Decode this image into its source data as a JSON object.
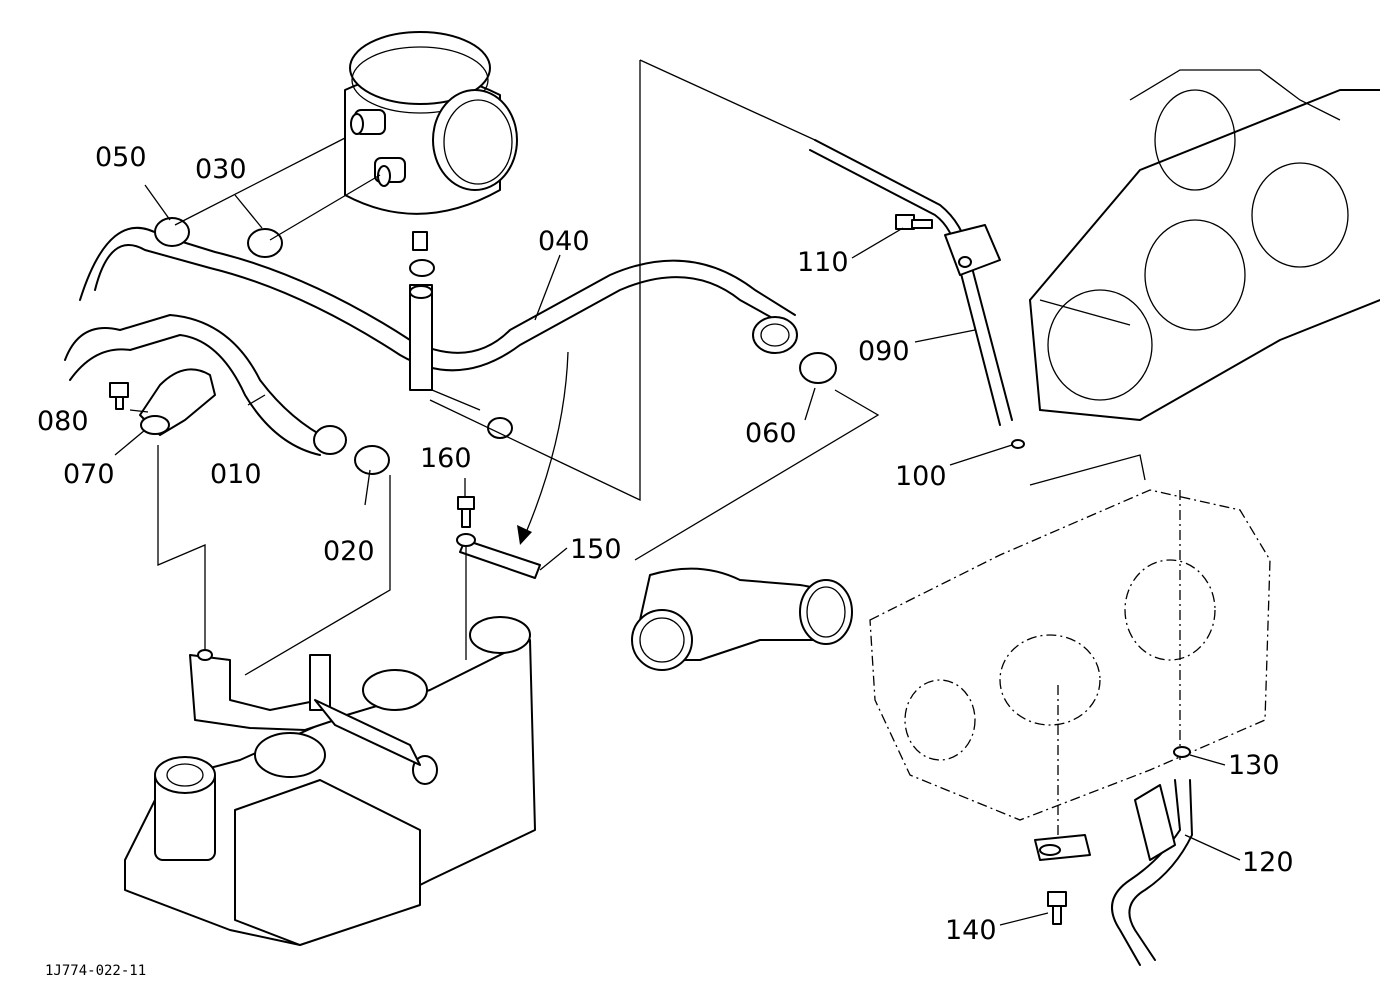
{
  "diagram": {
    "document_code": "1J774-022-11",
    "parts": [
      {
        "id": "p010",
        "number": "010"
      },
      {
        "id": "p020",
        "number": "020"
      },
      {
        "id": "p030",
        "number": "030"
      },
      {
        "id": "p040",
        "number": "040"
      },
      {
        "id": "p050",
        "number": "050"
      },
      {
        "id": "p060",
        "number": "060"
      },
      {
        "id": "p070",
        "number": "070"
      },
      {
        "id": "p080",
        "number": "080"
      },
      {
        "id": "p090",
        "number": "090"
      },
      {
        "id": "p100",
        "number": "100"
      },
      {
        "id": "p110",
        "number": "110"
      },
      {
        "id": "p120",
        "number": "120"
      },
      {
        "id": "p130",
        "number": "130"
      },
      {
        "id": "p140",
        "number": "140"
      },
      {
        "id": "p150",
        "number": "150"
      },
      {
        "id": "p160",
        "number": "160"
      }
    ]
  }
}
